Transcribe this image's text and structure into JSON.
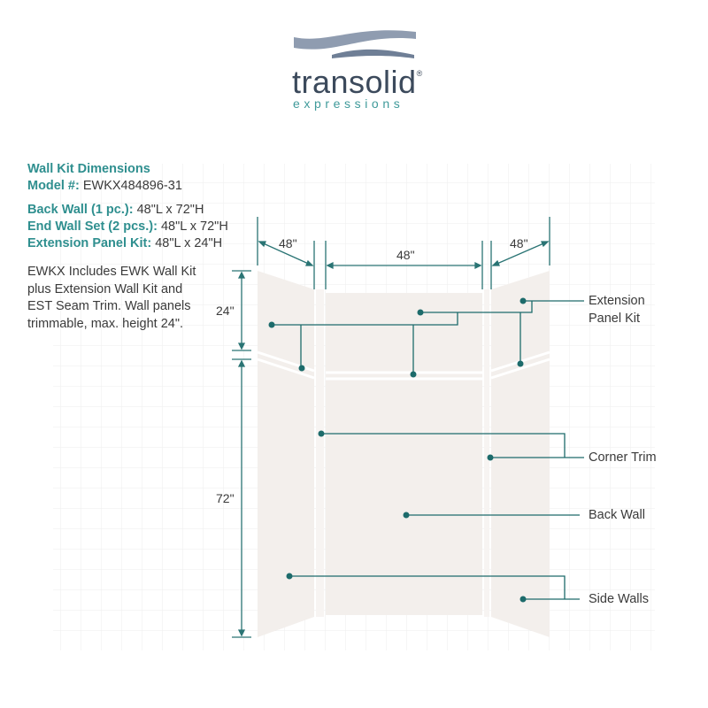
{
  "logo": {
    "brand": "transolid",
    "registered": "®",
    "tagline": "expressions"
  },
  "info": {
    "title": "Wall Kit Dimensions",
    "model_label": "Model #:",
    "model_value": "EWKX484896-31",
    "specs": [
      {
        "label": "Back Wall (1 pc.):",
        "value": "48\"L x 72\"H"
      },
      {
        "label": "End Wall Set (2 pcs.):",
        "value": "48\"L x 72\"H"
      },
      {
        "label": "Extension Panel Kit:",
        "value": "48\"L x 24\"H"
      }
    ],
    "description": "EWKX Includes EWK Wall Kit plus Extension Wall Kit and EST Seam Trim. Wall panels trimmable, max. height 24\"."
  },
  "dimensions": {
    "left_width": "48\"",
    "back_width": "48\"",
    "right_width": "48\"",
    "extension_height": "24\"",
    "wall_height": "72\""
  },
  "callouts": {
    "extension_line1": "Extension",
    "extension_line2": "Panel Kit",
    "corner_trim": "Corner Trim",
    "back_wall": "Back Wall",
    "side_walls": "Side Walls"
  },
  "colors": {
    "heading": "#2f8f8f",
    "line": "#1d6b6b",
    "panel": "#f3efec"
  }
}
